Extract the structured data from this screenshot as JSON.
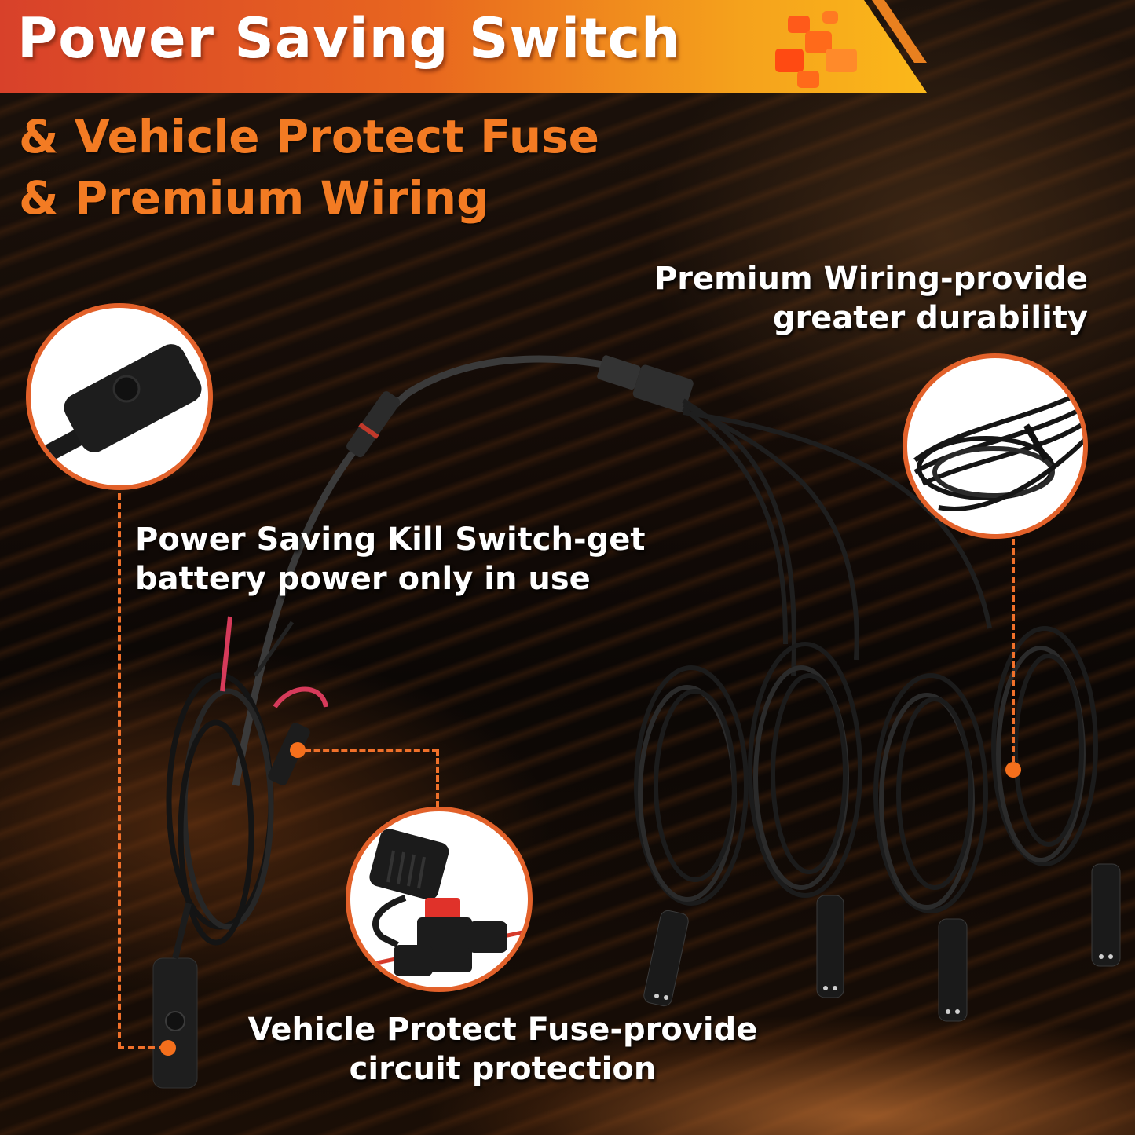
{
  "banner": {
    "title": "Power Saving Switch",
    "gradient_colors": [
      "#d8412a",
      "#e8661f",
      "#fbb81a"
    ],
    "icon": "checkered-flag-icon"
  },
  "subtitle": {
    "line1": "& Vehicle Protect Fuse",
    "line2": "& Premium Wiring",
    "color": "#f37b23"
  },
  "features": [
    {
      "id": "premium-wiring",
      "line1": "Premium Wiring-provide",
      "line2": "greater durability",
      "callout_image": "coiled-cable-closeup"
    },
    {
      "id": "kill-switch",
      "line1": "Power Saving Kill Switch-get",
      "line2": "battery power only in use",
      "callout_image": "inline-switch-closeup"
    },
    {
      "id": "fuse",
      "line1": "Vehicle Protect Fuse-provide",
      "line2": "circuit protection",
      "callout_image": "inline-fuse-holder-closeup"
    }
  ],
  "accent_color": "#f0702a",
  "product": {
    "description": "wiring harness with 1-to-4 splitter, inline switch, inline fuse, 4 coiled extension leads with 2-pin connectors",
    "branch_count": 4
  }
}
